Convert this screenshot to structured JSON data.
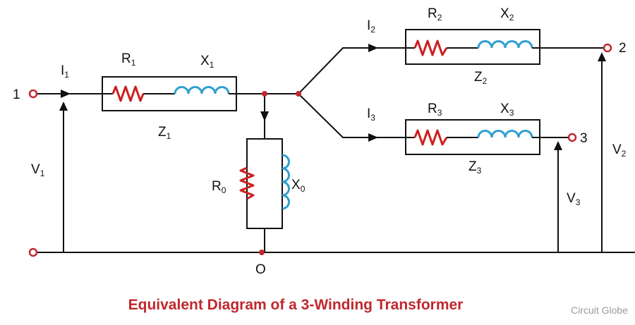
{
  "caption": "Equivalent Diagram of a 3-Winding Transformer",
  "brand": "Circuit Globe",
  "colors": {
    "wire": "#111111",
    "resistor": "#cc1f1f",
    "inductor": "#2f9fd0",
    "node": "#c0282e",
    "caption": "#c0282e"
  },
  "terminals": {
    "t1": "1",
    "t2": "2",
    "t3": "3",
    "common": "O"
  },
  "primary": {
    "current": {
      "main": "I",
      "sub": "1"
    },
    "resistance": {
      "main": "R",
      "sub": "1"
    },
    "reactance": {
      "main": "X",
      "sub": "1"
    },
    "impedance": {
      "main": "Z",
      "sub": "1"
    },
    "voltage": {
      "main": "V",
      "sub": "1"
    }
  },
  "secondary": {
    "current": {
      "main": "I",
      "sub": "2"
    },
    "resistance": {
      "main": "R",
      "sub": "2"
    },
    "reactance": {
      "main": "X",
      "sub": "2"
    },
    "impedance": {
      "main": "Z",
      "sub": "2"
    },
    "voltage": {
      "main": "V",
      "sub": "2"
    }
  },
  "tertiary": {
    "current": {
      "main": "I",
      "sub": "3"
    },
    "resistance": {
      "main": "R",
      "sub": "3"
    },
    "reactance": {
      "main": "X",
      "sub": "3"
    },
    "impedance": {
      "main": "Z",
      "sub": "3"
    },
    "voltage": {
      "main": "V",
      "sub": "3"
    }
  },
  "shunt": {
    "resistance": {
      "main": "R",
      "sub": "0"
    },
    "reactance": {
      "main": "X",
      "sub": "0"
    }
  }
}
